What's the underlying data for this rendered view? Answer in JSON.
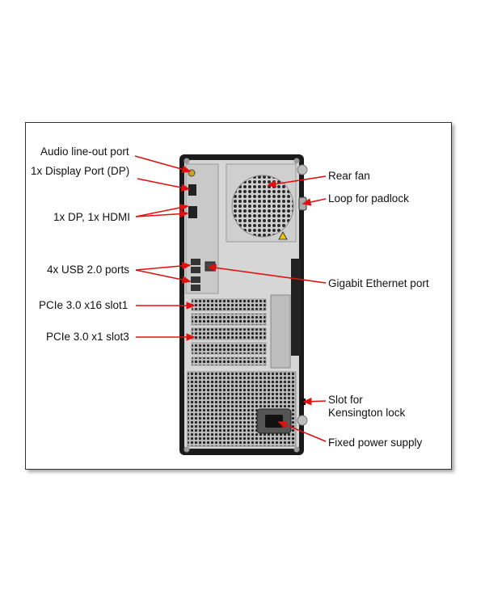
{
  "labels": {
    "left": {
      "audio": "Audio line-out port",
      "display_port": "1x Display Port (DP)",
      "dp_hdmi": "1x DP, 1x HDMI",
      "usb": "4x USB 2.0 ports",
      "pcie_x16": "PCIe 3.0 x16 slot1",
      "pcie_x1": "PCIe 3.0 x1 slot3"
    },
    "right": {
      "rear_fan": "Rear fan",
      "padlock": "Loop for padlock",
      "ethernet": "Gigabit Ethernet port",
      "kensington_1": "Slot for",
      "kensington_2": "Kensington lock",
      "power": "Fixed power supply"
    }
  },
  "colors": {
    "arrow": "#e01010",
    "chassis": "#1a1a1a",
    "panel": "#d9d9d9"
  }
}
